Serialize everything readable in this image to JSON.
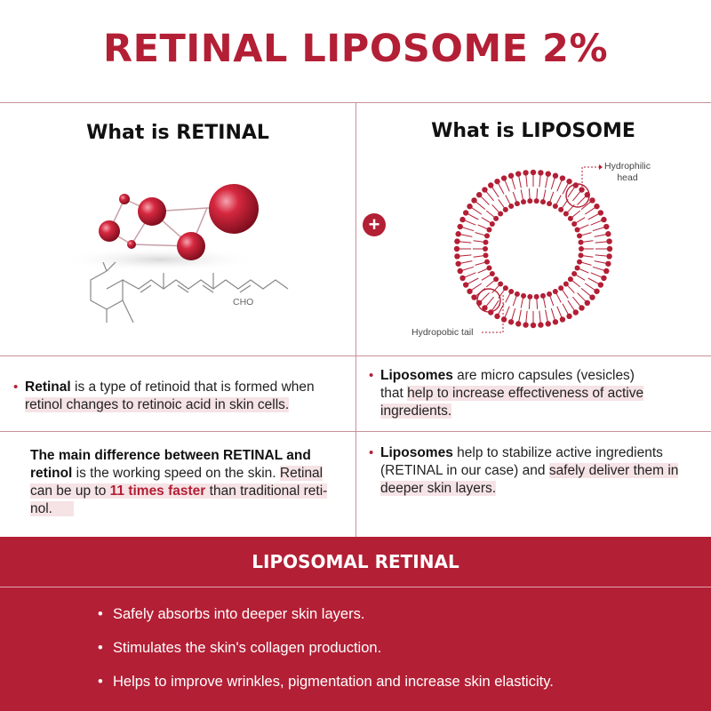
{
  "title": "RETINAL LIPOSOME 2%",
  "left_column": {
    "heading": "What is RETINAL",
    "chem_label": "CHO"
  },
  "right_column": {
    "heading": "What is LIPOSOME",
    "label_head": "Hydrophilic head",
    "label_head_line1": "Hydrophilic",
    "label_head_line2": "head",
    "label_tail": "Hydropobic tail"
  },
  "plus_symbol": "+",
  "facts": {
    "retinal_1": {
      "bold": "Retinal",
      "plain": " is a type of retinoid that is formed when",
      "highlight": "retinol changes to retinoic acid in skin cells."
    },
    "retinal_2": {
      "bold": "The main difference between RETINAL and retinol",
      "bold_line1": "The main difference between RETINAL and",
      "bold_line2": "retinol",
      "plain": " is the working speed  on the skin.",
      "hl1": "Retinal can be up to ",
      "hl1_line1": "Retinal",
      "hl1_line2": "can be up to ",
      "emph": "11 times faster",
      "hl2": " than traditional reti-nol.",
      "hl2_line1": " than traditional reti-",
      "hl2_line2": "nol."
    },
    "liposome_1": {
      "bold": "Liposomes",
      "plain": " are micro capsules (vesicles) that ",
      "plain_line1": " are micro capsules (vesicles)",
      "plain_line2": "that ",
      "highlight": "help to increase effectiveness of active ingredients.",
      "hl_line1": "help to increase effectiveness of active",
      "hl_line2": "ingredients."
    },
    "liposome_2": {
      "bold": "Liposomes",
      "plain": " help to stabilize active ingredients (RETINAL in our case) and ",
      "plain_line1": " help to stabilize active ingredients",
      "plain_line2": "(RETINAL in our case) and ",
      "highlight": "safely deliver them in deeper skin layers.",
      "hl_line1": "safely deliver them in",
      "hl_line2": "deeper skin layers."
    }
  },
  "band": {
    "title": "LIPOSOMAL RETINAL",
    "items": [
      "Safely absorbs into deeper skin layers.",
      "Stimulates the skin's collagen production.",
      "Helps to improve wrinkles, pigmentation and increase skin elasticity."
    ]
  },
  "colors": {
    "brand_red": "#b31f35",
    "highlight_pink": "#f6e3e5",
    "divider": "#c8909a"
  },
  "icons": [
    "molecule-illustration",
    "liposome-illustration",
    "plus-icon",
    "bullet-dot-icon"
  ]
}
